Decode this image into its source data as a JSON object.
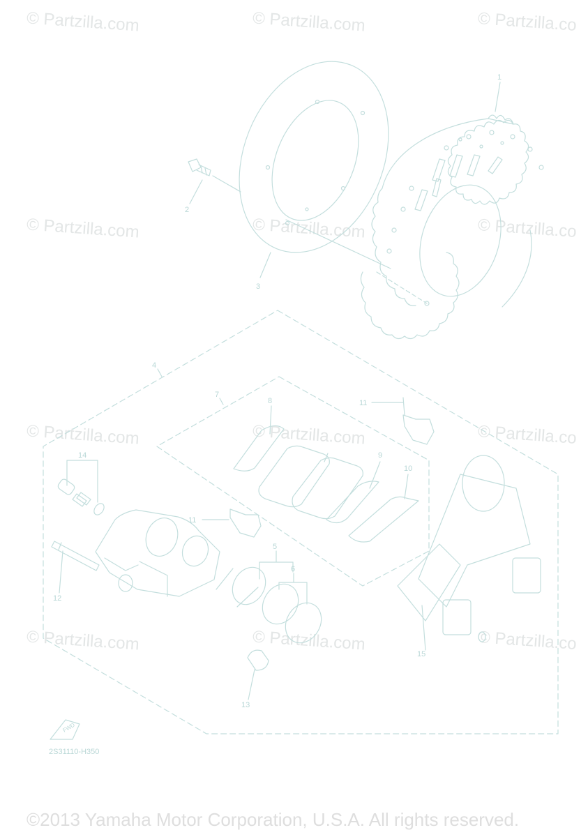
{
  "watermarks": [
    "© Partzilla.com",
    "© Partzilla.com",
    "© Partzilla.co",
    "© Partzilla.com",
    "© Partzilla.com",
    "© Partzilla.co",
    "© Partzilla.com",
    "© Partzilla.com",
    "© Partzilla.co",
    "© Partzilla.com",
    "© Partzilla.com",
    "© Partzilla.co"
  ],
  "callouts": {
    "c1": "1",
    "c2": "2",
    "c3": "3",
    "c4": "4",
    "c5": "5",
    "c6": "6",
    "c7": "7",
    "c8": "8",
    "c9": "9",
    "c10": "10",
    "c11a": "11",
    "c11b": "11",
    "c12": "12",
    "c13": "13",
    "c14": "14",
    "c15": "15"
  },
  "fwd_label": "FWD",
  "diagram_code": "2S31110-H350",
  "copyright": "©2013 Yamaha Motor Corporation, U.S.A. All rights reserved.",
  "colors": {
    "line": "#c3dedd",
    "callout": "#b8d7d6",
    "watermark": "#e3e6e6",
    "copyright": "#dedede"
  }
}
